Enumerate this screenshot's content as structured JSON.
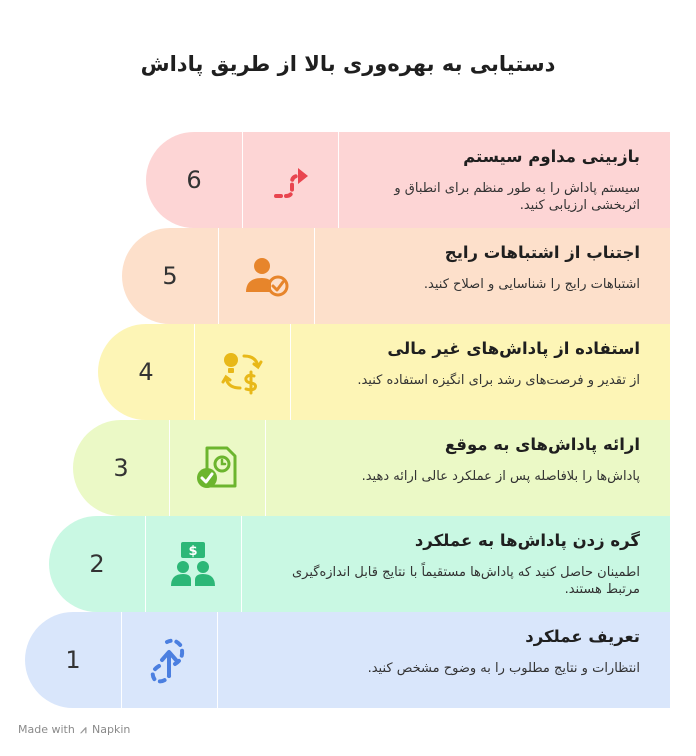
{
  "title": "دستیابی به بهره‌وری بالا از طریق پاداش",
  "steps": [
    {
      "number": "6",
      "heading": "بازبینی مداوم سیستم",
      "description": "سیستم پاداش را به طور منظم برای انطباق و اثربخشی ارزیابی کنید.",
      "icon": "footsteps-path-icon",
      "color": "#fdd5d5",
      "icon_color": "#e9454f"
    },
    {
      "number": "5",
      "heading": "اجتناب از اشتباهات رایج",
      "description": "اشتباهات رایج را شناسایی و اصلاح کنید.",
      "icon": "user-check-icon",
      "color": "#fde0cb",
      "icon_color": "#e7852b"
    },
    {
      "number": "4",
      "heading": "استفاده از پاداش‌های غیر مالی",
      "description": "از تقدیر و فرصت‌های رشد برای انگیزه استفاده کنید.",
      "icon": "idea-to-money-icon",
      "color": "#fdf5b6",
      "icon_color": "#e8b818"
    },
    {
      "number": "3",
      "heading": "ارائه پاداش‌های به موقع",
      "description": "پاداش‌ها را بلافاصله پس از عملکرد عالی ارائه دهید.",
      "icon": "clock-document-check-icon",
      "color": "#ebf9c6",
      "icon_color": "#6cb52e"
    },
    {
      "number": "2",
      "heading": "گره زدن پاداش‌ها به عملکرد",
      "description": "اطمینان حاصل کنید که پاداش‌ها مستقیماً با نتایج قابل اندازه‌گیری مرتبط هستند.",
      "icon": "team-money-icon",
      "color": "#c9f8e3",
      "icon_color": "#2cb777"
    },
    {
      "number": "1",
      "heading": "تعریف عملکرد",
      "description": "انتظارات و نتایج مطلوب را به وضوح مشخص کنید.",
      "icon": "dashed-arrow-up-icon",
      "color": "#d9e6fb",
      "icon_color": "#4b7fe0"
    }
  ],
  "credit": {
    "prefix": "Made with",
    "brand": "Napkin"
  }
}
